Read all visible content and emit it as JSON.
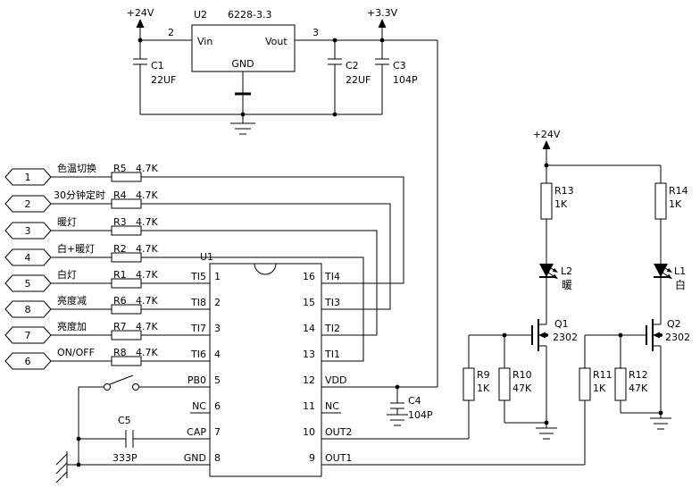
{
  "power": {
    "v24_top": "+24V",
    "v33": "+3.3V",
    "v24_right": "+24V"
  },
  "regulator": {
    "ref": "U2",
    "part": "6228-3.3",
    "vin": "Vin",
    "vout": "Vout",
    "gnd": "GND",
    "in_pin": "2",
    "out_pin": "3"
  },
  "c1": {
    "ref": "C1",
    "val": "22UF"
  },
  "c2": {
    "ref": "C2",
    "val": "22UF"
  },
  "c3": {
    "ref": "C3",
    "val": "104P"
  },
  "c4": {
    "ref": "C4",
    "val": "104P"
  },
  "c5": {
    "ref": "C5",
    "val": "333P"
  },
  "inputs": [
    {
      "num": "1",
      "label": "色温切换",
      "res_ref": "R5",
      "res_value": "4.7K"
    },
    {
      "num": "2",
      "label": "30分钟定时",
      "res_ref": "R4",
      "res_value": "4.7K"
    },
    {
      "num": "3",
      "label": "暖灯",
      "res_ref": "R3",
      "res_value": "4.7K"
    },
    {
      "num": "4",
      "label": "白+暖灯",
      "res_ref": "R2",
      "res_value": "4.7K"
    },
    {
      "num": "5",
      "label": "白灯",
      "res_ref": "R1",
      "res_value": "4.7K"
    },
    {
      "num": "8",
      "label": "亮度减",
      "res_ref": "R6",
      "res_value": "4.7K"
    },
    {
      "num": "7",
      "label": "亮度加",
      "res_ref": "R7",
      "res_value": "4.7K"
    },
    {
      "num": "6",
      "label": "ON/OFF",
      "res_ref": "R8",
      "res_value": "4.7K"
    }
  ],
  "ic": {
    "ref": "U1",
    "left": [
      {
        "name": "TI5",
        "num": "1"
      },
      {
        "name": "TI8",
        "num": "2"
      },
      {
        "name": "TI7",
        "num": "3"
      },
      {
        "name": "TI6",
        "num": "4"
      },
      {
        "name": "PB0",
        "num": "5"
      },
      {
        "name": "NC",
        "num": "6"
      },
      {
        "name": "CAP",
        "num": "7"
      },
      {
        "name": "GND",
        "num": "8"
      }
    ],
    "right": [
      {
        "name": "TI4",
        "num": "16"
      },
      {
        "name": "TI3",
        "num": "15"
      },
      {
        "name": "TI2",
        "num": "14"
      },
      {
        "name": "TI1",
        "num": "13"
      },
      {
        "name": "VDD",
        "num": "12"
      },
      {
        "name": "NC",
        "num": "11"
      },
      {
        "name": "OUT2",
        "num": "10"
      },
      {
        "name": "OUT1",
        "num": "9"
      }
    ]
  },
  "out": {
    "r13": {
      "ref": "R13",
      "val": "1K"
    },
    "r14": {
      "ref": "R14",
      "val": "1K"
    },
    "r9": {
      "ref": "R9",
      "val": "1K"
    },
    "r10": {
      "ref": "R10",
      "val": "47K"
    },
    "r11": {
      "ref": "R11",
      "val": "1K"
    },
    "r12": {
      "ref": "R12",
      "val": "47K"
    },
    "q1": {
      "ref": "Q1",
      "part": "2302"
    },
    "q2": {
      "ref": "Q2",
      "part": "2302"
    },
    "l2": {
      "ref": "L2",
      "label": "暖"
    },
    "l1": {
      "ref": "L1",
      "label": "白"
    }
  }
}
